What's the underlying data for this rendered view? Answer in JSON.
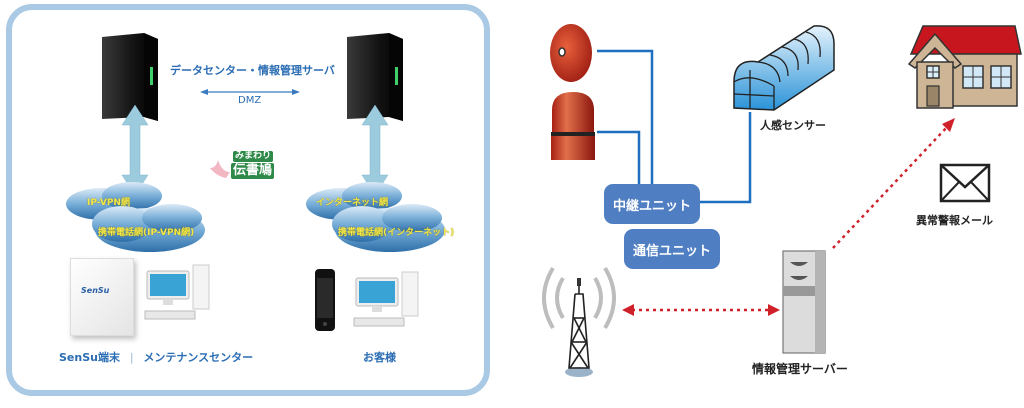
{
  "left_diagram": {
    "datacenter_label": "データセンター・情報管理サーバ",
    "dmz_label": "DMZ",
    "logo": {
      "line1": "みまわり",
      "line2": "伝書鳩"
    },
    "clouds": {
      "left": {
        "top": "IP-VPN網",
        "bottom": "携帯電話網(IP-VPN網)"
      },
      "right": {
        "top": "インターネット網",
        "bottom": "携帯電話網(インターネット)"
      }
    },
    "device_brand": "SenSu",
    "bottom_labels": {
      "left_a": "SenSu端末",
      "separator": "|",
      "left_b": "メンテナンスセンター",
      "right": "お客様"
    }
  },
  "right_diagram": {
    "relay_unit": "中継ユニット",
    "comm_unit": "通信ユニット",
    "sensor_label": "人感センサー",
    "mail_label": "異常警報メール",
    "server_label": "情報管理サーバー"
  },
  "colors": {
    "panel_border": "#a9c9e4",
    "label_blue": "#2b6db4",
    "cloud_text": "#f2e84a",
    "unit_blue": "#4f7fc2",
    "line_blue": "#1f6fc0",
    "dotted_red": "#d0202a",
    "roof_red": "#c8161e",
    "house_wall": "#cdb596"
  }
}
